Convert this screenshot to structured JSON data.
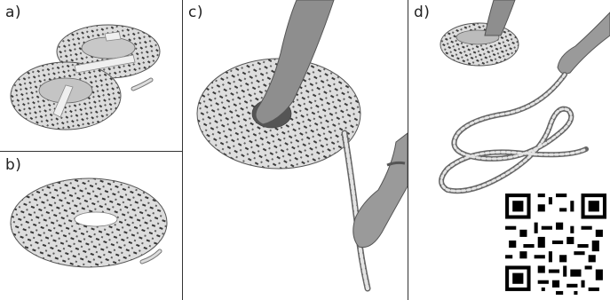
{
  "panels": [
    {
      "id": "a",
      "label": "a)"
    },
    {
      "id": "b",
      "label": "b)"
    },
    {
      "id": "c",
      "label": "c)"
    },
    {
      "id": "d",
      "label": "d)"
    }
  ],
  "colors": {
    "background": "#ffffff",
    "rope_base": "#d9d9d9",
    "rope_pattern": "#3a3a3a",
    "skin": "#8c8c8c",
    "divider": "#333333"
  },
  "qr_code": {
    "description": "qr-code"
  }
}
